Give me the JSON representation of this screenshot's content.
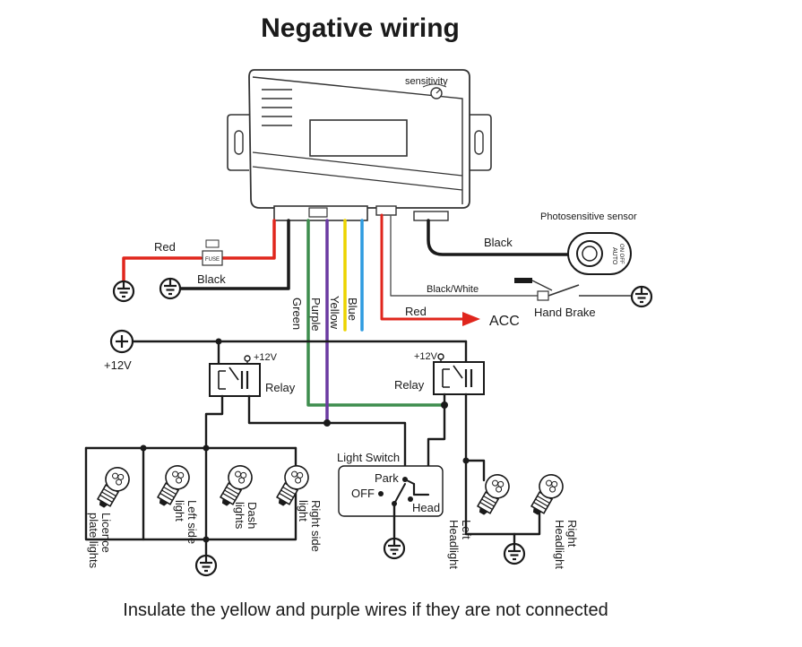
{
  "title": "Negative wiring",
  "footnote": "Insulate the yellow and purple wires if they are not connected",
  "module": {
    "sensitivity_label": "sensitivity"
  },
  "wires": {
    "red_battery": "Red",
    "black_ground": "Black",
    "green": "Green",
    "purple": "Purple",
    "yellow": "Yellow",
    "blue": "Blue",
    "black_sensor": "Black",
    "black_white": "Black/White",
    "red_acc": "Red"
  },
  "fuse_label": "FUSE",
  "acc_label": "ACC",
  "photosensor": {
    "label": "Photosensitive sensor",
    "text1": "AUTO",
    "text2": "ON OFF"
  },
  "hand_brake_label": "Hand Brake",
  "power": {
    "label": "+12V"
  },
  "relay_left": {
    "label": "Relay",
    "supply": "+12V"
  },
  "relay_right": {
    "label": "Relay",
    "supply": "+12V"
  },
  "light_switch": {
    "label": "Light Switch",
    "park": "Park",
    "off": "OFF",
    "head": "Head"
  },
  "lamps": {
    "licence": [
      "Licence",
      "plate lights"
    ],
    "left_side": [
      "Left side",
      "light"
    ],
    "dash": [
      "Dash",
      "lights"
    ],
    "right_side": [
      "Right side",
      "light"
    ],
    "left_head": [
      "Left",
      "Headlight"
    ],
    "right_head": [
      "Right",
      "Headlight"
    ]
  },
  "colors": {
    "red": "#e0261d",
    "black": "#1a1a1a",
    "green": "#3e8d4e",
    "purple": "#6a3aa1",
    "yellow": "#ecd400",
    "blue": "#2e9be0",
    "outline": "#333333"
  }
}
